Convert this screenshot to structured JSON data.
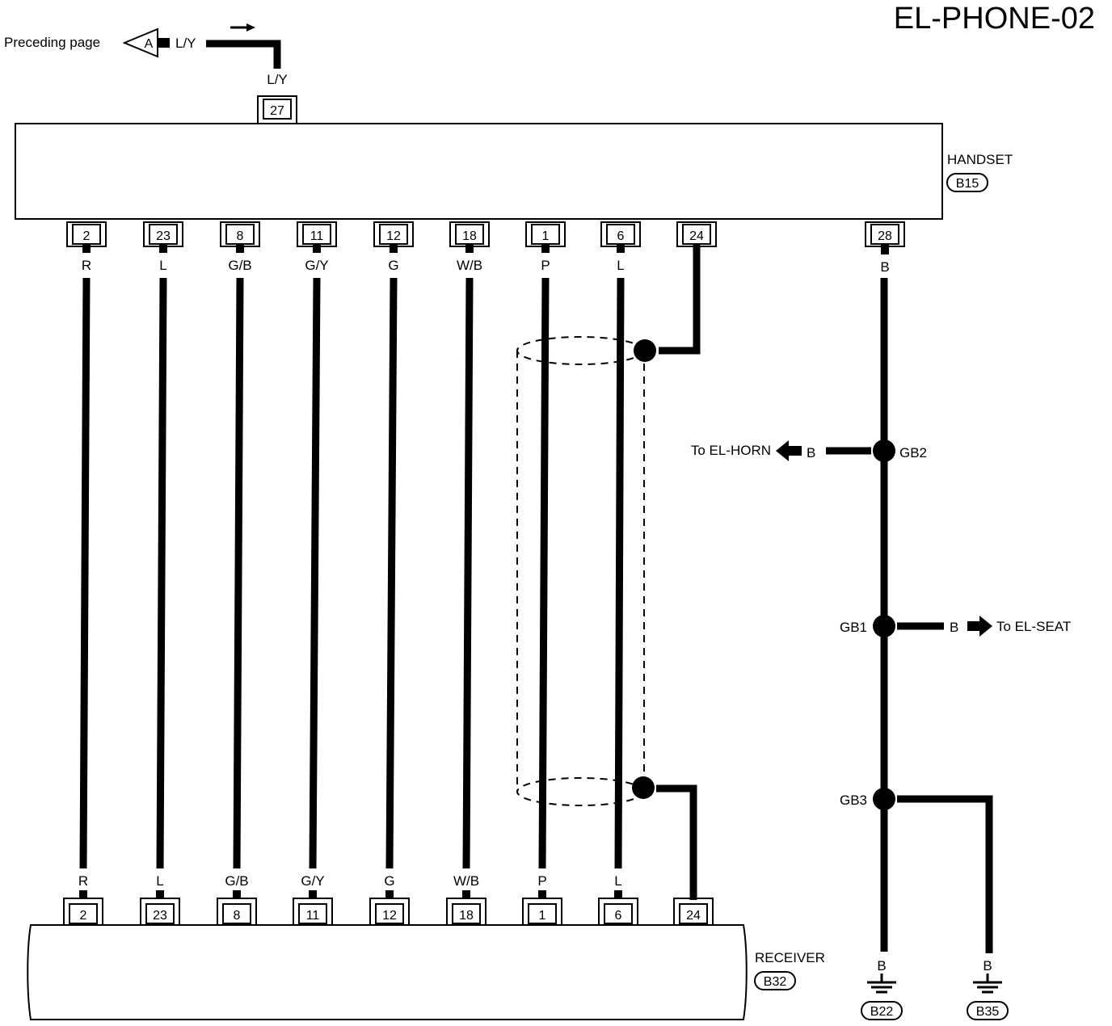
{
  "title": "EL-PHONE-02",
  "preceding": {
    "text": "Preceding page",
    "connector": "A",
    "wire_color": "L/Y",
    "pin_wire_color": "L/Y",
    "pin": "27"
  },
  "handset": {
    "name": "HANDSET",
    "connector": "B15"
  },
  "receiver": {
    "name": "RECEIVER",
    "connector": "B32"
  },
  "wires": [
    {
      "pin": "2",
      "color": "R"
    },
    {
      "pin": "23",
      "color": "L"
    },
    {
      "pin": "8",
      "color": "G/B"
    },
    {
      "pin": "11",
      "color": "G/Y"
    },
    {
      "pin": "12",
      "color": "G"
    },
    {
      "pin": "18",
      "color": "W/B"
    },
    {
      "pin": "1",
      "color": "P"
    },
    {
      "pin": "6",
      "color": "L"
    }
  ],
  "shield": {
    "pin_top": "24",
    "pin_bottom": "24"
  },
  "ground": {
    "pin": "28",
    "color": "B",
    "gb2": {
      "name": "GB2",
      "color": "B",
      "to": "To EL-HORN"
    },
    "gb1": {
      "name": "GB1",
      "color": "B",
      "to": "To EL-SEAT"
    },
    "gb3": {
      "name": "GB3"
    },
    "grounds": [
      {
        "color": "B",
        "connector": "B22"
      },
      {
        "color": "B",
        "connector": "B35"
      }
    ]
  }
}
